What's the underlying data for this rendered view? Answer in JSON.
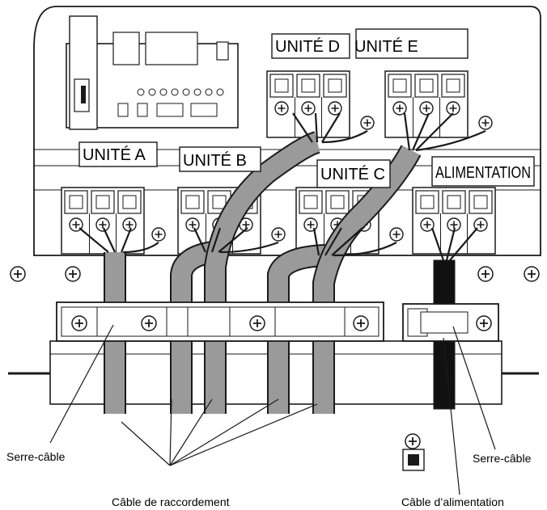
{
  "labels": {
    "unit_a": "UNITÉ A",
    "unit_b": "UNITÉ B",
    "unit_c": "UNITÉ C",
    "unit_d": "UNITÉ D",
    "unit_e": "UNITÉ E",
    "power": "ALIMENTATION"
  },
  "callouts": {
    "clamp_left": "Serre-câble",
    "clamp_right": "Serre-câble",
    "connection_cable": "Câble de raccordement",
    "power_cable": "Câble d’alimentation"
  },
  "colors": {
    "cable_gray": "#9a9a9a",
    "power_cable": "#111111",
    "outline": "#1a1a1a",
    "panel": "#ffffff"
  }
}
